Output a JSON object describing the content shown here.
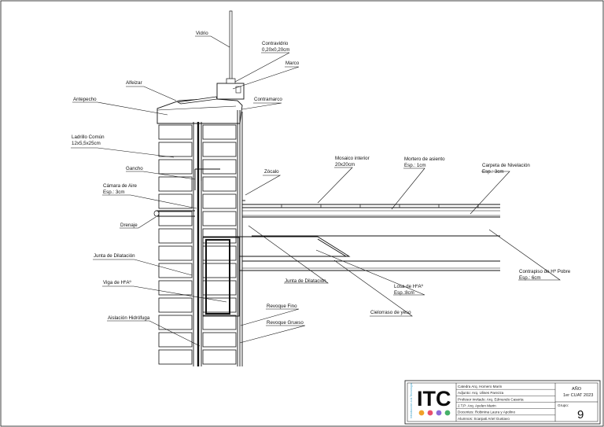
{
  "labels": {
    "vidrio": "Vidrio",
    "contravidrio_1": "Contravidrio",
    "contravidrio_2": "0,20x0,20cm",
    "marco": "Marco",
    "alfeizar": "Alfeizar",
    "antepecho": "Antepecho",
    "contramarco": "Contramarco",
    "ladrillo_1": "Ladrillo Común",
    "ladrillo_2": "12x5,5x25cm",
    "gancho": "Gancho",
    "zocalo": "Zócalo",
    "camara_1": "Cámara de Aire",
    "camara_2": "Esp.: 3cm",
    "drenaje": "Drenaje",
    "mosaico_1": "Mosaico interior",
    "mosaico_2": "20x20cm",
    "mortero_1": "Mortero de asiento",
    "mortero_2": "Esp.: 1cm",
    "carpeta_1": "Carpeta de Nivelación",
    "carpeta_2": "Esp.: 3cm",
    "junta_left": "Junta de Dilatación",
    "viga": "Viga de HºAº",
    "junta_mid": "Junta de Dilatación",
    "losa_1": "Losa de HºAº",
    "losa_2": "Esp.:8cm",
    "contrapiso_1": "Contrapiso de Hº Pobre",
    "contrapiso_2": "Esp.: 6cm",
    "revoque_fino": "Revoque Fino",
    "revoque_grueso": "Revoque Grueso",
    "aislacion": "Aislación Hidrófuga",
    "cielorraso": "Cielorraso de yeso"
  },
  "title_block": {
    "logo": "ITC",
    "vertical_text": "Introducción a la Tecnología",
    "rows": [
      "Catedra Arq. Homero Marin",
      "Adjunto: Arq. Ulises Parezza",
      "Profesor invitado: Arq. Edmundo Caserta",
      "J.T.P: Arq. Ayelen Marin",
      "Docentes: Robinina Laura y Apolino",
      "Alumnos: Scarpati Ariel Gustavo"
    ],
    "year_label": "AÑO",
    "year_value": "1er CUAT 2023",
    "group_label": "Grupo:",
    "group_value": "9",
    "dot_colors": [
      "#f0a12a",
      "#e8506e",
      "#8c6ad8",
      "#46b06a"
    ]
  }
}
